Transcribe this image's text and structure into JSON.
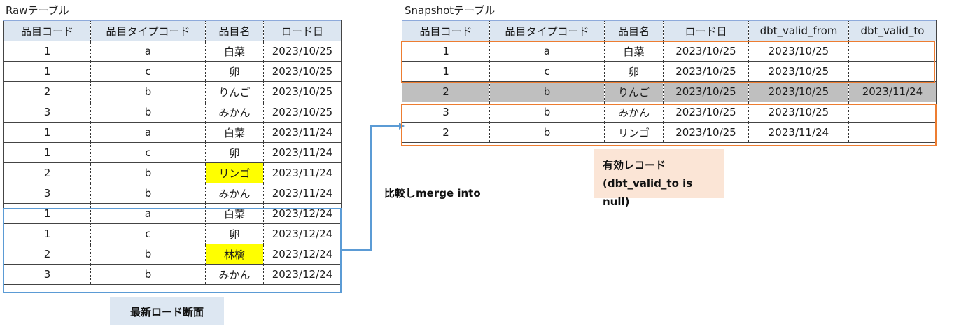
{
  "raw": {
    "caption": "Rawテーブル",
    "headers": [
      "品目コード",
      "品目タイプコード",
      "品目名",
      "ロード日"
    ],
    "rows": [
      [
        "1",
        "a",
        "白菜",
        "2023/10/25"
      ],
      [
        "1",
        "c",
        "卵",
        "2023/10/25"
      ],
      [
        "2",
        "b",
        "りんご",
        "2023/10/25"
      ],
      [
        "3",
        "b",
        "みかん",
        "2023/10/25"
      ],
      [
        "1",
        "a",
        "白菜",
        "2023/11/24"
      ],
      [
        "1",
        "c",
        "卵",
        "2023/11/24"
      ],
      [
        "2",
        "b",
        "リンゴ",
        "2023/11/24"
      ],
      [
        "3",
        "b",
        "みかん",
        "2023/11/24"
      ],
      [
        "1",
        "a",
        "白菜",
        "2023/12/24"
      ],
      [
        "1",
        "c",
        "卵",
        "2023/12/24"
      ],
      [
        "2",
        "b",
        "林檎",
        "2023/12/24"
      ],
      [
        "3",
        "b",
        "みかん",
        "2023/12/24"
      ]
    ],
    "highlighted_cells": [
      [
        6,
        2
      ],
      [
        10,
        2
      ]
    ]
  },
  "snapshot": {
    "caption": "Snapshotテーブル",
    "headers": [
      "品目コード",
      "品目タイプコード",
      "品目名",
      "ロード日",
      "dbt_valid_from",
      "dbt_valid_to"
    ],
    "rows": [
      [
        "1",
        "a",
        "白菜",
        "2023/10/25",
        "2023/10/25",
        ""
      ],
      [
        "1",
        "c",
        "卵",
        "2023/10/25",
        "2023/10/25",
        ""
      ],
      [
        "2",
        "b",
        "りんご",
        "2023/10/25",
        "2023/10/25",
        "2023/11/24"
      ],
      [
        "3",
        "b",
        "みかん",
        "2023/10/25",
        "2023/10/25",
        ""
      ],
      [
        "2",
        "b",
        "リンゴ",
        "2023/10/25",
        "2023/11/24",
        ""
      ]
    ],
    "gray_rows": [
      2
    ]
  },
  "notes": {
    "latest_load": "最新ロード断面",
    "merge": "比較しmerge into",
    "valid_title": "有効レコード",
    "valid_cond": "(dbt_valid_to is null)"
  },
  "colors": {
    "header_bg": "#dce6f1",
    "highlight": "#ffff00",
    "gray_row": "#bfbfbf",
    "blue_box": "#5b9bd5",
    "orange_box": "#ed7d31",
    "latest_note_bg": "#dde7f2",
    "valid_note_bg": "#fbe5d6"
  }
}
